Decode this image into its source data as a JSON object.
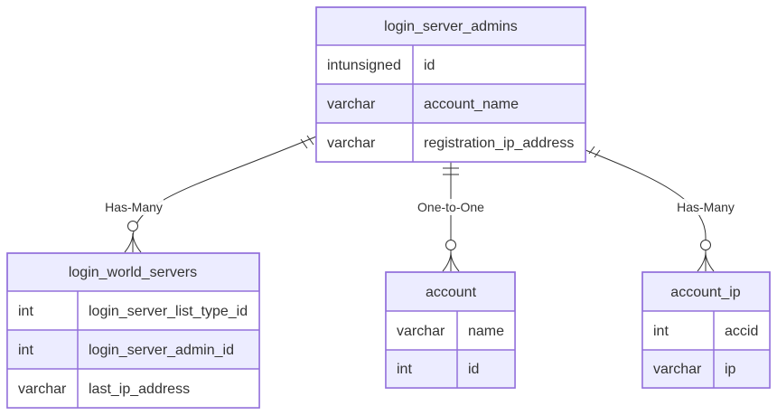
{
  "entities": {
    "login_server_admins": {
      "title": "login_server_admins",
      "rows": [
        {
          "type": "intunsigned",
          "name": "id"
        },
        {
          "type": "varchar",
          "name": "account_name"
        },
        {
          "type": "varchar",
          "name": "registration_ip_address"
        }
      ]
    },
    "login_world_servers": {
      "title": "login_world_servers",
      "rows": [
        {
          "type": "int",
          "name": "login_server_list_type_id"
        },
        {
          "type": "int",
          "name": "login_server_admin_id"
        },
        {
          "type": "varchar",
          "name": "last_ip_address"
        }
      ]
    },
    "account": {
      "title": "account",
      "rows": [
        {
          "type": "varchar",
          "name": "name"
        },
        {
          "type": "int",
          "name": "id"
        }
      ]
    },
    "account_ip": {
      "title": "account_ip",
      "rows": [
        {
          "type": "int",
          "name": "accid"
        },
        {
          "type": "varchar",
          "name": "ip"
        }
      ]
    }
  },
  "relationships": [
    {
      "from": "login_server_admins",
      "to": "login_world_servers",
      "label": "Has-Many",
      "from_cardinality": "exactly-one",
      "to_cardinality": "zero-or-more"
    },
    {
      "from": "login_server_admins",
      "to": "account",
      "label": "One-to-One",
      "from_cardinality": "exactly-one",
      "to_cardinality": "zero-or-more"
    },
    {
      "from": "login_server_admins",
      "to": "account_ip",
      "label": "Has-Many",
      "from_cardinality": "exactly-one",
      "to_cardinality": "zero-or-more"
    }
  ],
  "colors": {
    "entity_fill": "#ececff",
    "entity_stroke": "#9370db",
    "line": "#333333",
    "text": "#333333"
  }
}
